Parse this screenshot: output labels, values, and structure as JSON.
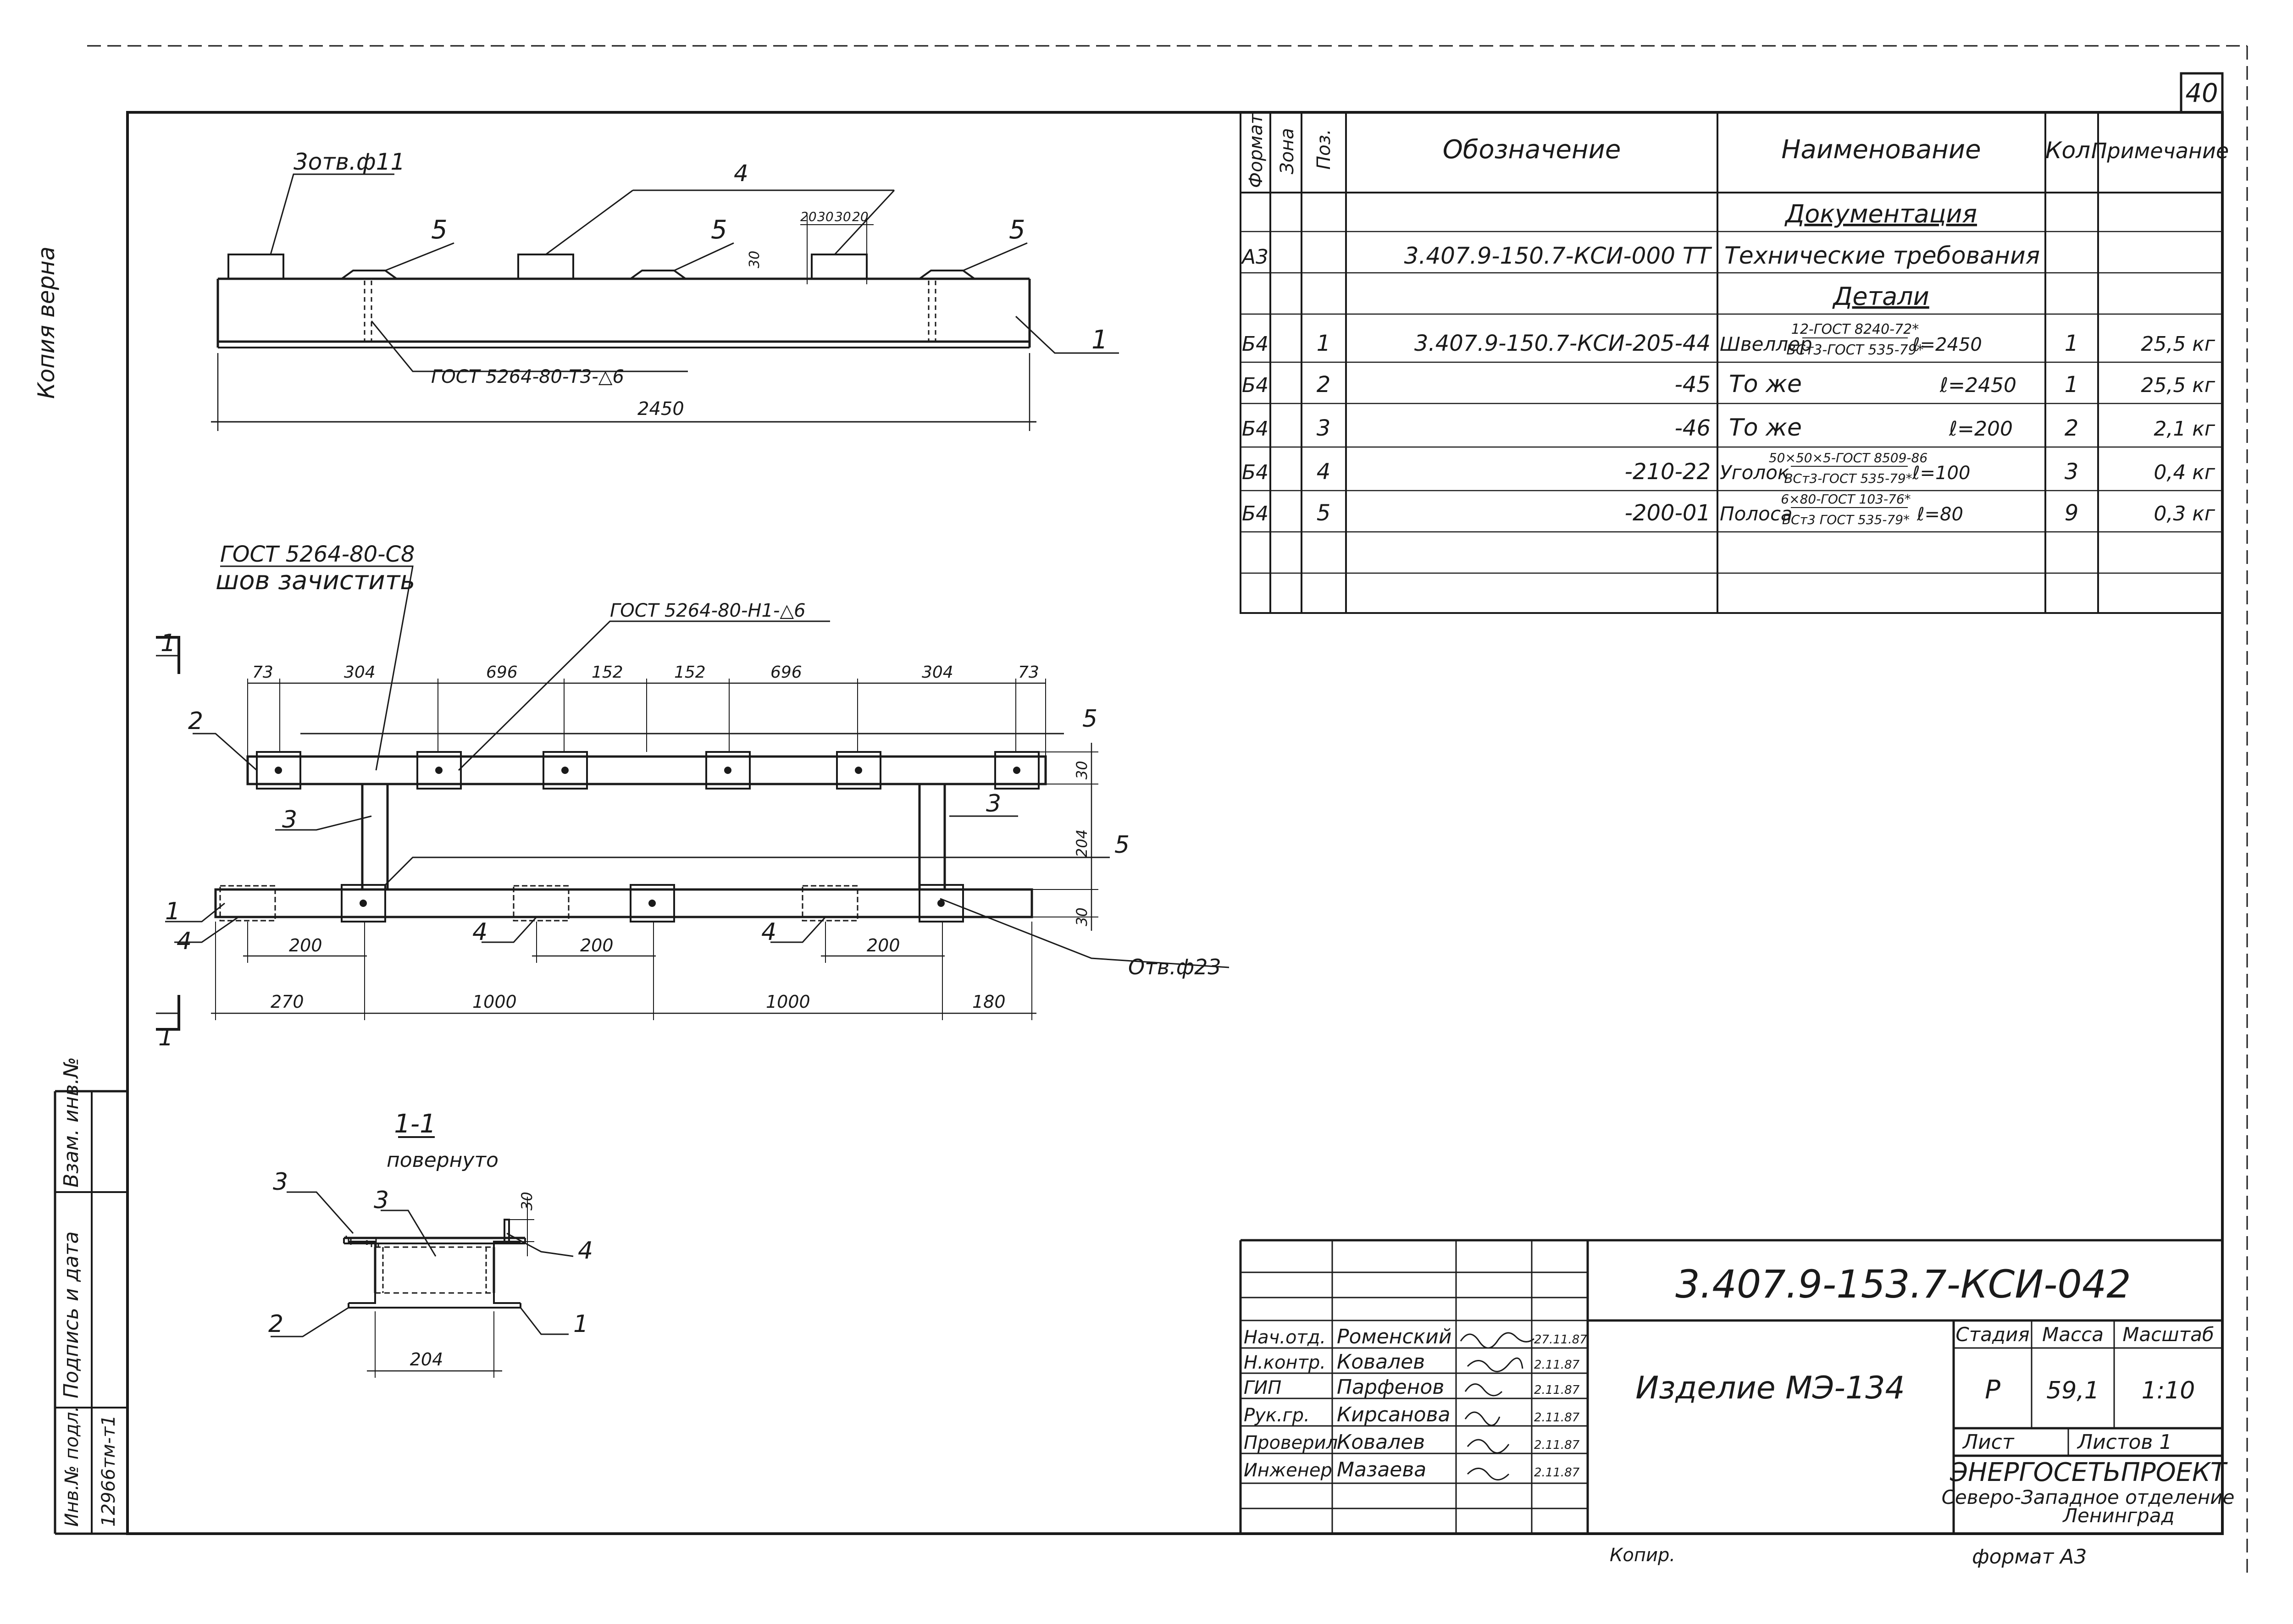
{
  "sheet_number": "40",
  "margin_notes": {
    "copy_true": "Копия верна",
    "inv_no_label": "Инв.№ подл.",
    "inv_no_value": "12966тм-т1",
    "sign_date_label": "Подпись и дата",
    "replace_inv_label": "Взам. инв.№"
  },
  "spec_table": {
    "headers": {
      "format": "Формат",
      "zone": "Зона",
      "pos": "Поз.",
      "designation": "Обозначение",
      "name": "Наименование",
      "qty": "Кол.",
      "note": "Примечание"
    },
    "section_docs": "Документация",
    "doc_row": {
      "format": "А3",
      "designation": "3.407.9-150.7-КСИ-000 ТТ",
      "name": "Технические требования"
    },
    "section_parts": "Детали",
    "rows": [
      {
        "format": "Б4",
        "pos": "1",
        "designation": "3.407.9-150.7-КСИ-205-44",
        "name": "Швеллер",
        "spec_top": "12-ГОСТ 8240-72*",
        "spec_bottom": "ВСт3-ГОСТ 535-79*",
        "length": "ℓ=2450",
        "qty": "1",
        "note": "25,5 кг"
      },
      {
        "format": "Б4",
        "pos": "2",
        "designation": "-45",
        "name": "То же",
        "spec_top": "",
        "spec_bottom": "",
        "length": "ℓ=2450",
        "qty": "1",
        "note": "25,5 кг"
      },
      {
        "format": "Б4",
        "pos": "3",
        "designation": "-46",
        "name": "То же",
        "spec_top": "",
        "spec_bottom": "",
        "length": "ℓ=200",
        "qty": "2",
        "note": "2,1 кг"
      },
      {
        "format": "Б4",
        "pos": "4",
        "designation": "-210-22",
        "name": "Уголок",
        "spec_top": "50×50×5-ГОСТ 8509-86",
        "spec_bottom": "ВСт3-ГОСТ 535-79*",
        "length": "ℓ=100",
        "qty": "3",
        "note": "0,4 кг"
      },
      {
        "format": "Б4",
        "pos": "5",
        "designation": "-200-01",
        "name": "Полоса",
        "spec_top": "6×80-ГОСТ 103-76*",
        "spec_bottom": "ВСт3 ГОСТ 535-79*",
        "length": "ℓ=80",
        "qty": "9",
        "note": "0,3 кг"
      }
    ]
  },
  "top_view": {
    "holes_note": "3отв.ф11",
    "weld_note": "ГОСТ 5264-80-Т3-△6",
    "overall": "2450",
    "callouts": [
      "4",
      "5",
      "5",
      "5",
      "1"
    ],
    "hole_dims": [
      "20",
      "30",
      "30",
      "20"
    ],
    "height_dim": "30"
  },
  "plan_view": {
    "weld_note_1": "ГОСТ 5264-80-С8",
    "weld_note_1b": "шов зачистить",
    "weld_note_2": "ГОСТ 5264-80-Н1-△6",
    "top_dims": [
      "73",
      "304",
      "696",
      "152",
      "152",
      "696",
      "304",
      "73"
    ],
    "mid_dims": [
      "200",
      "200",
      "200"
    ],
    "bottom_dims": [
      "270",
      "1000",
      "1000",
      "180"
    ],
    "right_dims": [
      "30",
      "204",
      "30"
    ],
    "hole_note": "Отв.ф23",
    "section_mark": "1",
    "callouts": {
      "c2": "2",
      "c3a": "3",
      "c3b": "3",
      "c5a": "5",
      "c5b": "5",
      "c1": "1",
      "c4a": "4",
      "c4b": "4",
      "c4c": "4"
    }
  },
  "section_view": {
    "title": "1-1",
    "subtitle": "повернуто",
    "width_dim": "204",
    "height_dim": "30",
    "callouts": {
      "c3a": "3",
      "c3b": "3",
      "c4": "4",
      "c2": "2",
      "c1": "1"
    }
  },
  "title_block": {
    "document_code": "3.407.9-153.7-КСИ-042",
    "item_name": "Изделие МЭ-134",
    "stage_label": "Стадия",
    "mass_label": "Масса",
    "scale_label": "Масштаб",
    "stage": "Р",
    "mass": "59,1",
    "scale": "1:10",
    "sheet_label": "Лист",
    "sheets_label": "Листов 1",
    "org_name": "ЭНЕРГОСЕТЬПРОЕКТ",
    "org_dept": "Северо-Западное отделение",
    "org_city": "Ленинград",
    "people": [
      {
        "role": "Нач.отд.",
        "name": "Роменский",
        "date": "27.11.87"
      },
      {
        "role": "Н.контр.",
        "name": "Ковалев",
        "date": "2.11.87"
      },
      {
        "role": "ГИП",
        "name": "Парфенов",
        "date": "2.11.87"
      },
      {
        "role": "Рук.гр.",
        "name": "Кирсанова",
        "date": "2.11.87"
      },
      {
        "role": "Проверил",
        "name": "Ковалев",
        "date": "2.11.87"
      },
      {
        "role": "Инженер",
        "name": "Мазаева",
        "date": "2.11.87"
      }
    ],
    "copied_by": "Копир.",
    "format": "формат А3"
  }
}
